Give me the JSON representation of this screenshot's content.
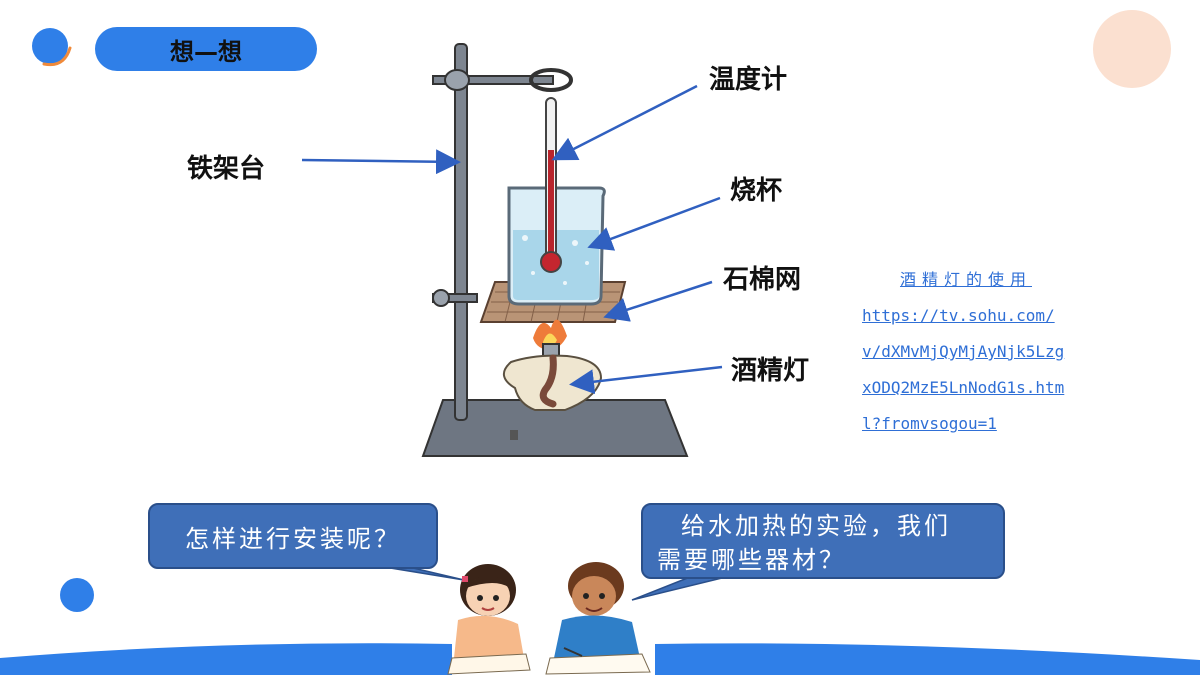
{
  "header": {
    "title": "想—想"
  },
  "labels": {
    "thermometer": "温度计",
    "iron_stand": "铁架台",
    "beaker": "烧杯",
    "asbestos_gauze": "石棉网",
    "alcohol_lamp": "酒精灯"
  },
  "link": {
    "title": "酒精灯的使用",
    "url": "https://tv.sohu.com/v/dXMvMjQyMjAyNjk5LzgxODQ2MzE5LnNodG1s.html?fromvsogou=1"
  },
  "bubbles": {
    "left": "怎样进行安装呢？",
    "right_line1": "给水加热的实验，我们",
    "right_line2": "需要哪些器材？"
  },
  "colors": {
    "accent_blue": "#2f7fe8",
    "bubble_blue": "#3f6fb8",
    "orange": "#f08a3a",
    "peach": "#fbe0d0"
  },
  "icons": [
    "decor-circle",
    "decor-arc"
  ]
}
